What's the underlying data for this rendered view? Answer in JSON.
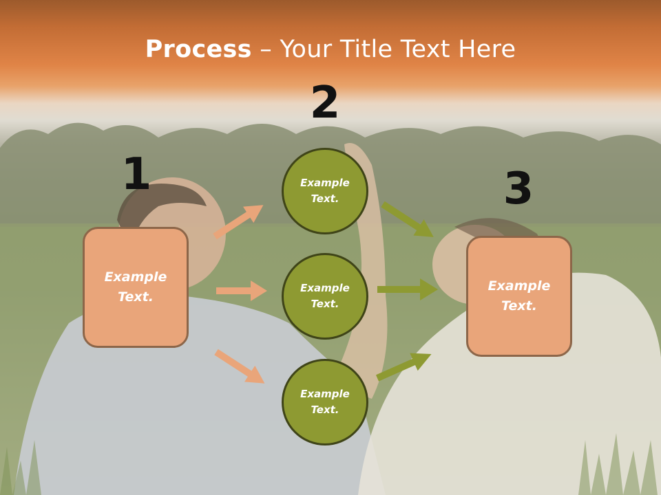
{
  "slide": {
    "title_bold": "Process",
    "title_rest": " – Your Title Text Here",
    "steps": [
      {
        "number": "1",
        "label": "Example\nText."
      },
      {
        "number": "2",
        "items": [
          "Example\nText.",
          "Example\nText.",
          "Example\nText."
        ]
      },
      {
        "number": "3",
        "label": "Example\nText."
      }
    ]
  },
  "colors": {
    "box_fill": "#e9a57a",
    "circle_fill": "#8e9a32",
    "left_arrows": "#e9a57a",
    "right_arrows": "#8e9a32",
    "header_orange": "#e08447"
  },
  "background": "couple-lying-in-grass-photo"
}
